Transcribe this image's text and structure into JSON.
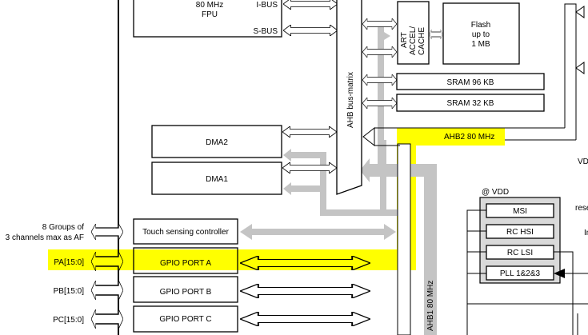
{
  "cpu": {
    "freq": "80 MHz",
    "fpu": "FPU",
    "ibus": "I-BUS",
    "sbus": "S-BUS"
  },
  "bus_matrix": {
    "label": "AHB bus-matrix"
  },
  "memory": {
    "art": [
      "ART",
      "ACCEL/",
      "CACHE"
    ],
    "flash": [
      "Flash",
      "up to",
      "1 MB"
    ],
    "sram1": "SRAM 96 KB",
    "sram2": "SRAM 32 KB"
  },
  "buses": {
    "ahb2": "AHB2 80 MHz",
    "ahb1": "AHB1 80 MHz"
  },
  "dma": {
    "dma2": "DMA2",
    "dma1": "DMA1"
  },
  "peripherals": {
    "touch": "Touch sensing controller",
    "touch_pins": [
      "8 Groups of",
      "3 channels max as AF"
    ],
    "gpio": [
      {
        "pins": "PA[15:0]",
        "label": "GPIO PORT A",
        "highlighted": true
      },
      {
        "pins": "PB[15:0]",
        "label": "GPIO PORT B",
        "highlighted": false
      },
      {
        "pins": "PC[15:0]",
        "label": "GPIO PORT C",
        "highlighted": false
      }
    ]
  },
  "clocks": {
    "domain": "@ VDD",
    "items": [
      "MSI",
      "RC HSI",
      "RC LSI",
      "PLL 1&2&3"
    ]
  },
  "edge_labels": {
    "vdd": "VD",
    "reset": "rese",
    "int": "In"
  },
  "colors": {
    "highlight": "#ffff00",
    "bus_gray": "#c4c4c4",
    "clock_bg": "#d9d9d9"
  }
}
